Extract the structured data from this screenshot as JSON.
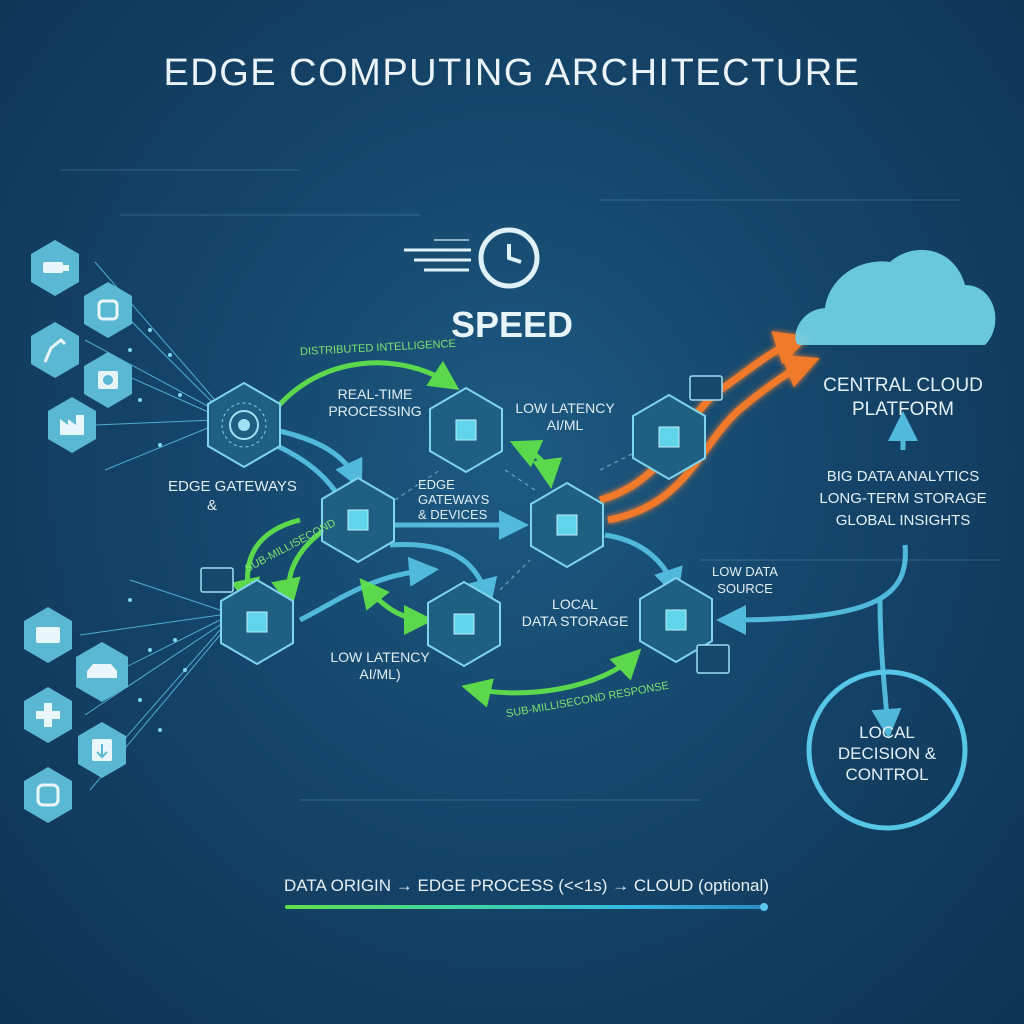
{
  "title": "EDGE COMPUTING ARCHITECTURE",
  "speed": {
    "label": "SPEED",
    "icon": "clock-icon"
  },
  "labels": {
    "distributed": "DISTRIBUTED INTELLIGENCE",
    "realtime_1": "REAL-TIME",
    "realtime_2": "PROCESSING",
    "lowlat_top_1": "LOW LATENCY",
    "lowlat_top_2": "AI/ML",
    "edge_gateways": "EDGE GATEWAYS",
    "amp": "&",
    "sub_left": "SUB-MILLISECOND",
    "gateways_devices_1": "EDGE",
    "gateways_devices_2": "GATEWAYS",
    "gateways_devices_3": "& DEVICES",
    "local_storage_1": "LOCAL",
    "local_storage_2": "DATA STORAGE",
    "lowlat_bottom_1": "LOW LATENCY",
    "lowlat_bottom_2": "AI/ML)",
    "sub_response": "SUB-MILLISECOND RESPONSE",
    "low_data_source_1": "LOW DATA",
    "low_data_source_2": "SOURCE"
  },
  "cloud": {
    "title_1": "CENTRAL CLOUD",
    "title_2": "PLATFORM",
    "items": [
      "BIG DATA ANALYTICS",
      "LONG-TERM STORAGE",
      "GLOBAL INSIGHTS"
    ]
  },
  "local_decision": {
    "line_1": "LOCAL",
    "line_2": "DECISION &",
    "line_3": "CONTROL"
  },
  "devices": [
    {
      "icon": "camera-icon"
    },
    {
      "icon": "sensor-icon"
    },
    {
      "icon": "robot-arm-icon"
    },
    {
      "icon": "speaker-icon"
    },
    {
      "icon": "factory-icon"
    },
    {
      "icon": "card-icon"
    },
    {
      "icon": "car-icon"
    },
    {
      "icon": "medical-icon"
    },
    {
      "icon": "download-icon"
    },
    {
      "icon": "smartwatch-icon"
    }
  ],
  "flow": {
    "text": "DATA ORIGIN → EDGE PROCESS (<<1s) → CLOUD (optional)"
  },
  "colors": {
    "background": "#15456a",
    "node": "#1f5f82",
    "line_cyan": "#58c6e6",
    "line_green": "#5fe04a",
    "line_orange": "#f07a2a",
    "cloud": "#6fd0e4"
  }
}
